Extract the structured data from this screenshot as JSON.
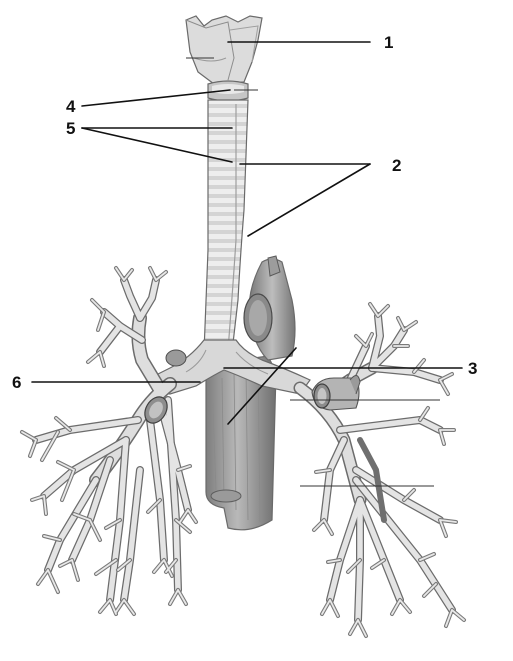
{
  "figure": {
    "colors": {
      "tissue_light": "#e3e3e3",
      "tissue_mid": "#c9c9c9",
      "tissue_dark": "#8f8f8f",
      "muscle": "#a9a9a9",
      "line": "#111111"
    }
  },
  "labels": [
    {
      "id": "label-1",
      "text": "1"
    },
    {
      "id": "label-2",
      "text": "2"
    },
    {
      "id": "label-3",
      "text": "3"
    },
    {
      "id": "label-4",
      "text": "4"
    },
    {
      "id": "label-5",
      "text": "5"
    },
    {
      "id": "label-6",
      "text": "6"
    }
  ]
}
